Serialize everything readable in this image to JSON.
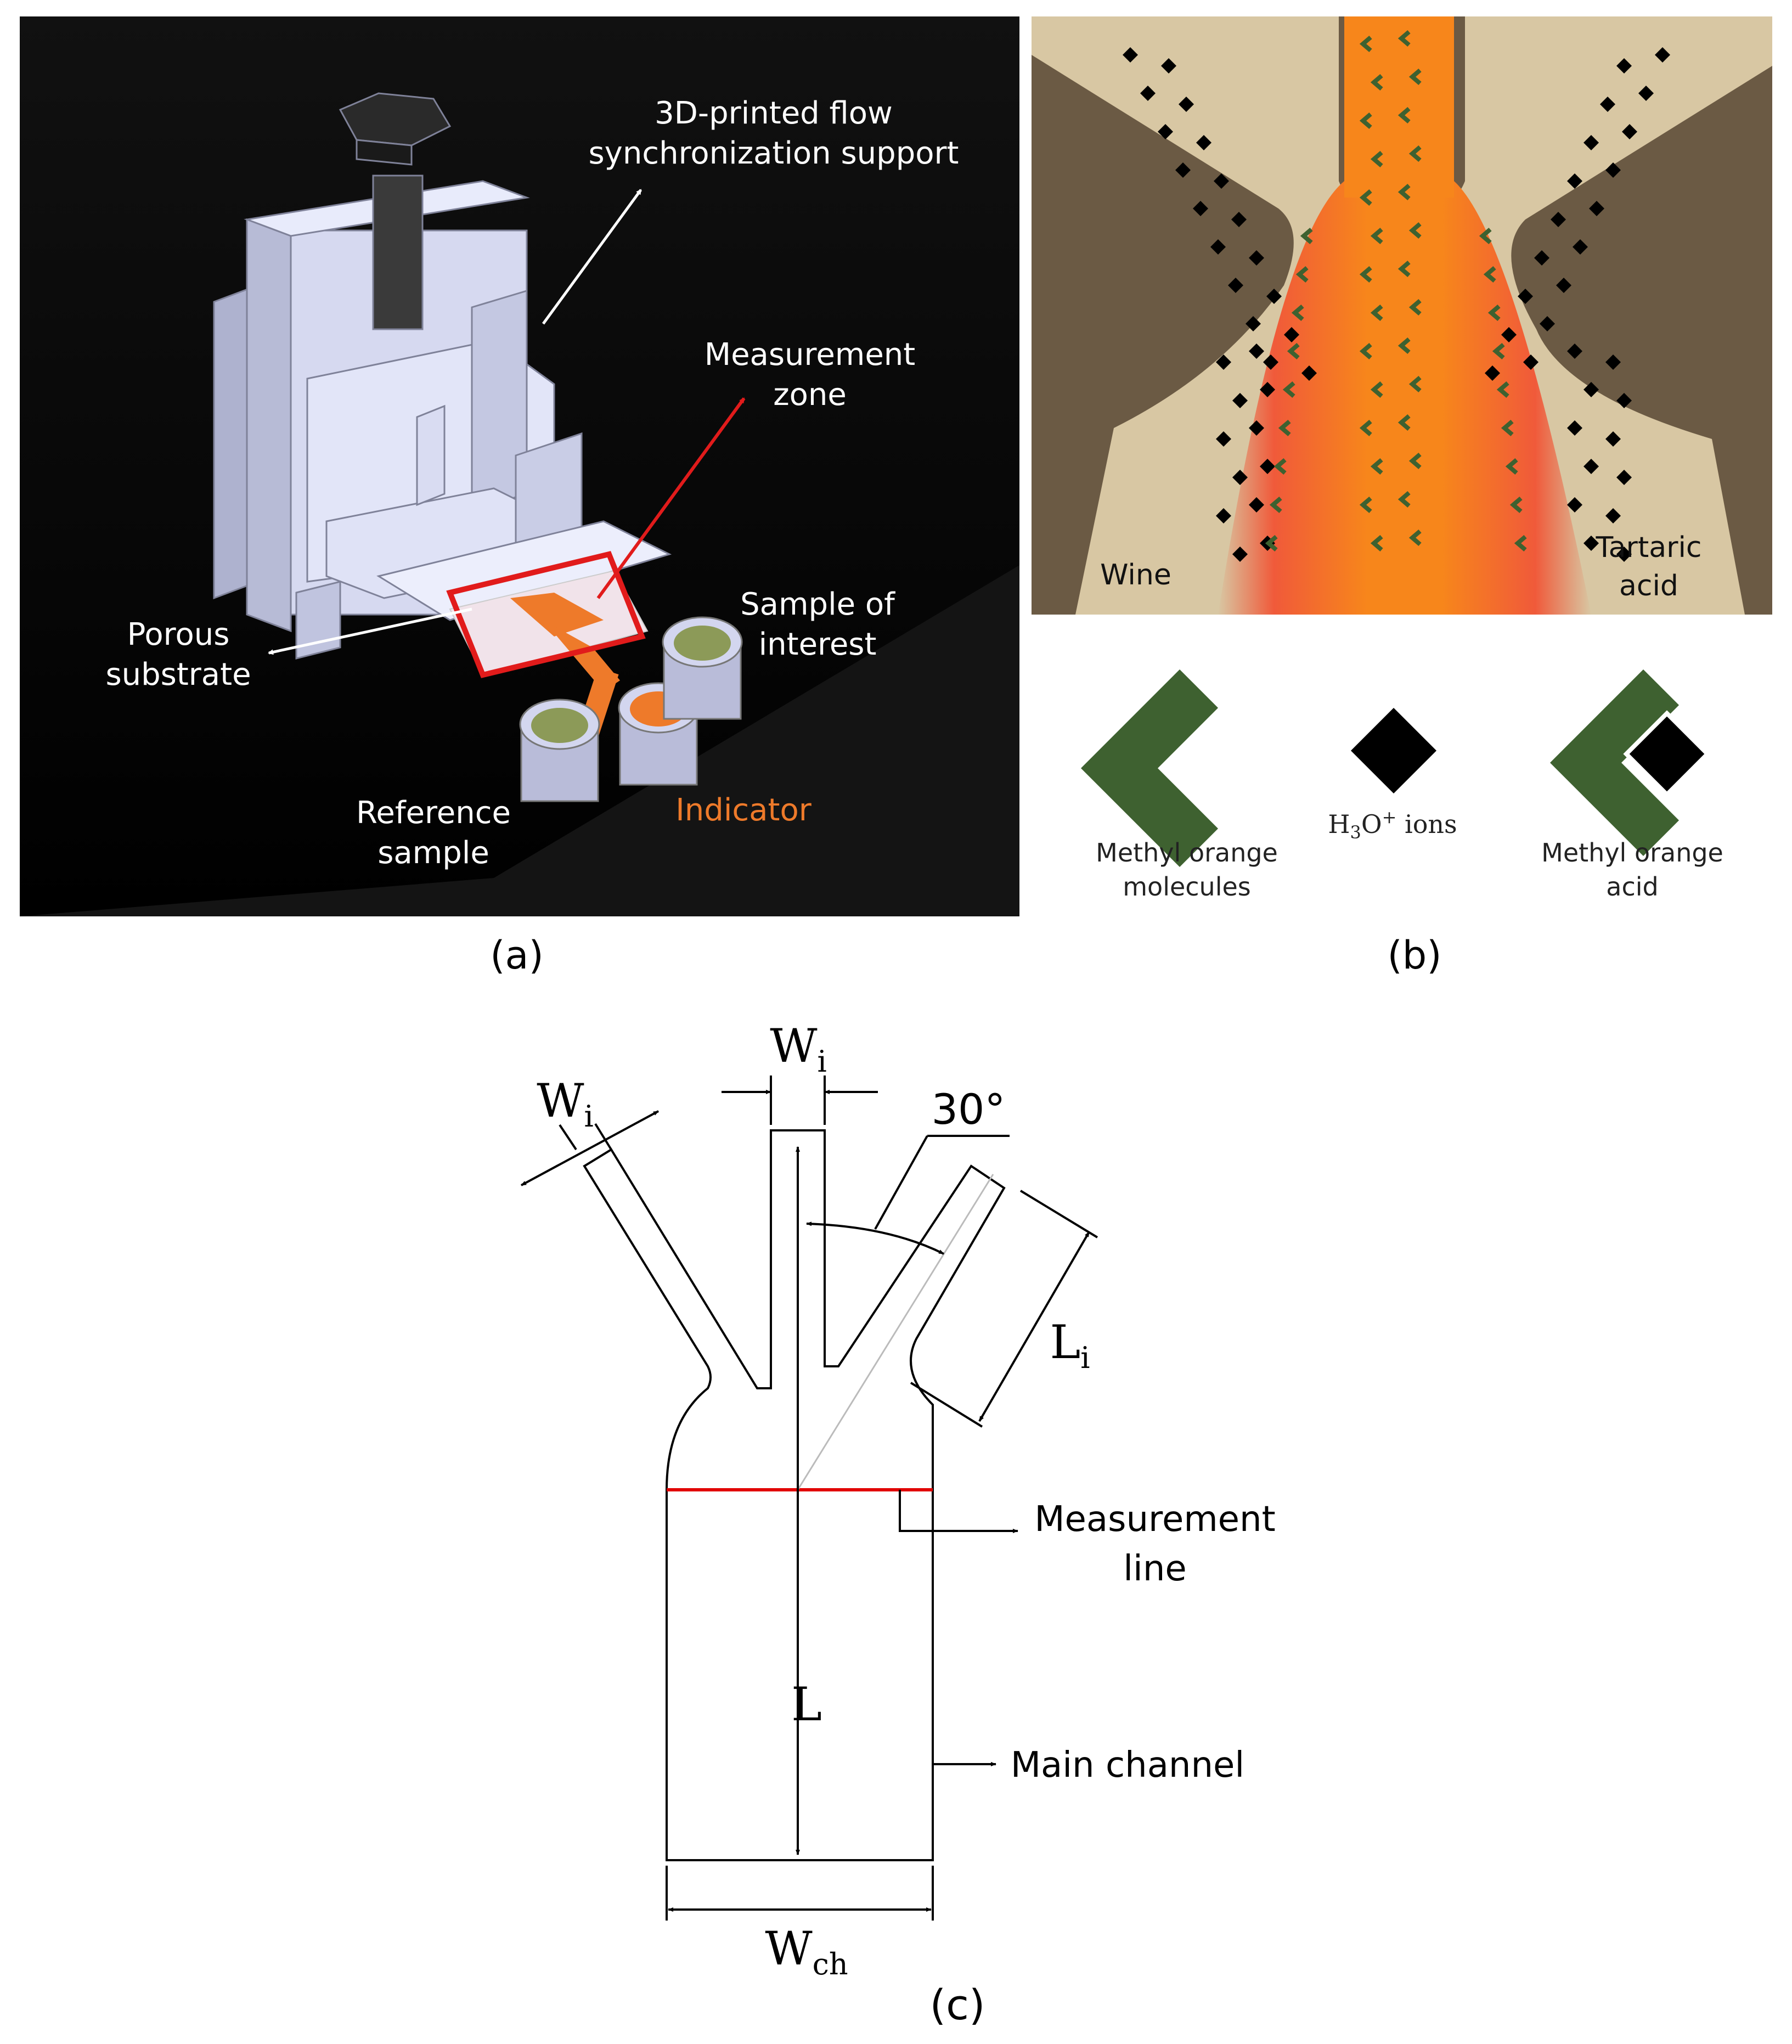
{
  "panel_a": {
    "caption": "(a)",
    "support_label": [
      "3D-printed flow",
      "synchronization support"
    ],
    "measurement_zone_label": [
      "Measurement",
      "zone"
    ],
    "porous_substrate_label": [
      "Porous",
      "substrate"
    ],
    "sample_of_interest_label": [
      "Sample of",
      "interest"
    ],
    "reference_sample_label": [
      "Reference",
      "sample"
    ],
    "indicator_label": "Indicator",
    "colors": {
      "background": "#000000",
      "device": "#cdd0ea",
      "indicator": "#ee7a2a",
      "sample": "#8c9a58",
      "zone_frame": "#e11b1b"
    }
  },
  "panel_b": {
    "caption": "(b)",
    "wine_label": "Wine",
    "tartaric_label": [
      "Tartaric",
      "acid"
    ],
    "legend": {
      "methyl_orange": [
        "Methyl orange",
        "molecules"
      ],
      "h3o_sub": "3",
      "h3o_sup": "+",
      "h3o_suffix": " ions",
      "methyl_orange_acid": [
        "Methyl orange",
        "acid"
      ]
    },
    "colors": {
      "paper": "#d8c7a3",
      "orange": "#f7861b",
      "red": "#ee5a3b",
      "chevron": "#3e6130",
      "diamond": "#000000"
    }
  },
  "panel_c": {
    "caption": "(c)",
    "wi_label": "W",
    "wi_sub": "i",
    "angle_label": "30°",
    "li_label": "L",
    "li_sub": "i",
    "l_label": "L",
    "wch_label": "W",
    "wch_sub": "ch",
    "measurement_line_label": [
      "Measurement",
      "line"
    ],
    "main_channel_label": "Main channel",
    "colors": {
      "line": "#000000",
      "measurement": "#e10000"
    }
  }
}
